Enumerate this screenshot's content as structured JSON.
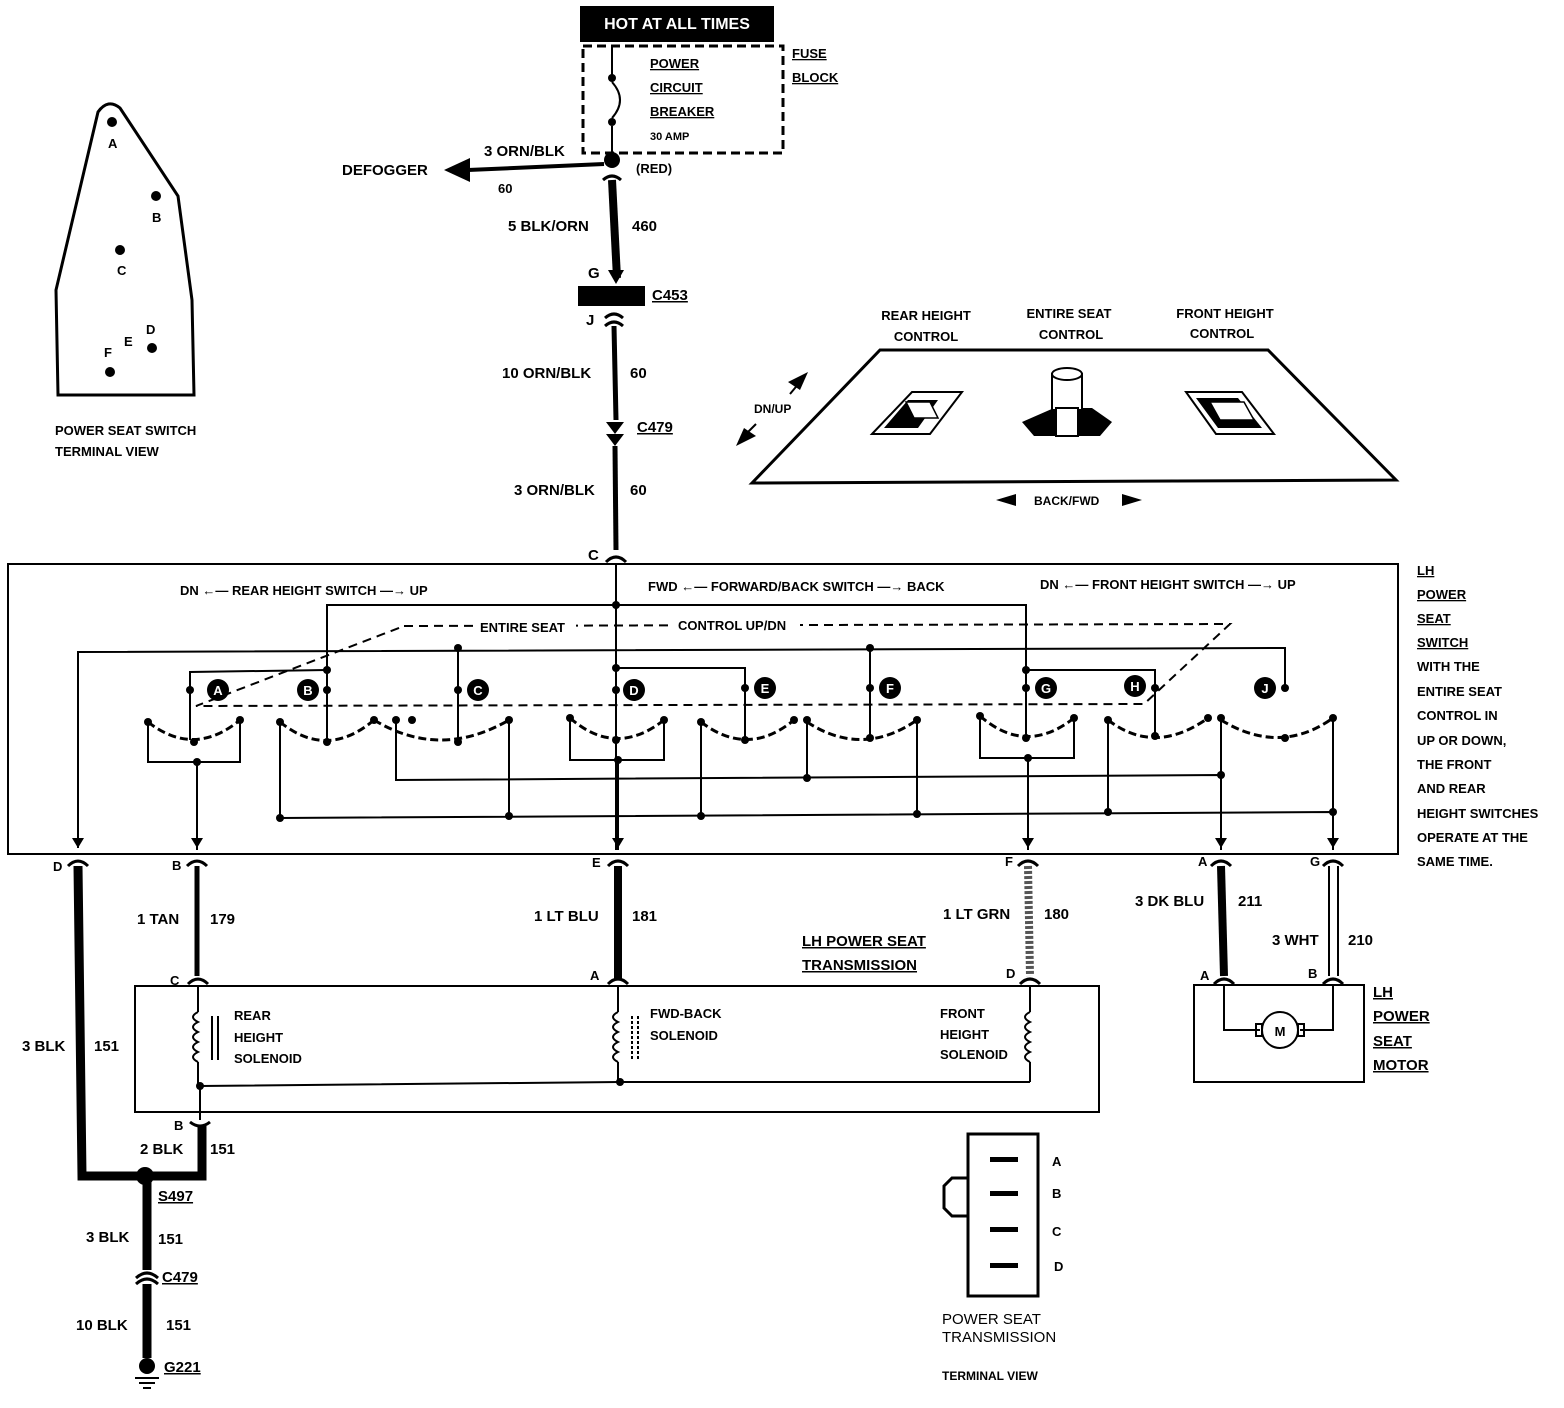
{
  "header": {
    "hot": "HOT AT ALL TIMES"
  },
  "fuse_block": {
    "title_1": "FUSE",
    "title_2": "BLOCK",
    "breaker_1": "POWER",
    "breaker_2": "CIRCUIT",
    "breaker_3": "BREAKER",
    "rating": "30 AMP"
  },
  "top_wires": {
    "defogger": "DEFOGGER",
    "defogger_wire": "3 ORN/BLK",
    "defogger_circuit": "60",
    "red": "(RED)",
    "w1_wire": "5 BLK/ORN",
    "w1_circuit": "460",
    "pin_g": "G",
    "c453": "C453",
    "pin_j": "J",
    "w2_wire": "10 ORN/BLK",
    "w2_circuit": "60",
    "c479": "C479",
    "w3_wire": "3 ORN/BLK",
    "w3_circuit": "60",
    "pin_c": "C"
  },
  "terminal_view": {
    "pins": [
      "A",
      "B",
      "C",
      "D",
      "E",
      "F"
    ],
    "caption_1": "POWER SEAT SWITCH",
    "caption_2": "TERMINAL VIEW"
  },
  "seat_panel": {
    "rear": [
      "REAR HEIGHT",
      "CONTROL"
    ],
    "entire": [
      "ENTIRE SEAT",
      "CONTROL"
    ],
    "front": [
      "FRONT HEIGHT",
      "CONTROL"
    ],
    "dnup": "DN/UP",
    "backfwd": "BACK/FWD"
  },
  "switch": {
    "rear_label": "DN ←— REAR HEIGHT SWITCH —→ UP",
    "fwd_label": "FWD ←— FORWARD/BACK SWITCH —→ BACK",
    "front_label": "DN ←— FRONT HEIGHT SWITCH —→ UP",
    "entire_1": "ENTIRE SEAT",
    "entire_2": "CONTROL UP/DN",
    "contacts": [
      "A",
      "B",
      "C",
      "D",
      "E",
      "F",
      "G",
      "H",
      "J"
    ],
    "side_title": [
      "LH",
      "POWER",
      "SEAT",
      "SWITCH"
    ],
    "side_note": [
      "WITH THE",
      "ENTIRE SEAT",
      "CONTROL IN",
      "UP OR DOWN,",
      "THE FRONT",
      "AND REAR",
      "HEIGHT SWITCHES",
      "OPERATE AT THE",
      "SAME TIME."
    ]
  },
  "outputs": {
    "pins": [
      "D",
      "B",
      "E",
      "F",
      "A",
      "G"
    ],
    "b_wire": "1 TAN",
    "b_circuit": "179",
    "e_wire": "1 LT BLU",
    "e_circuit": "181",
    "f_wire": "1 LT GRN",
    "f_circuit": "180",
    "a_wire": "3 DK BLU",
    "a_circuit": "211",
    "g_wire": "3 WHT",
    "g_circuit": "210",
    "d_wire": "3 BLK",
    "d_circuit": "151"
  },
  "transmission": {
    "title_1": "LH POWER SEAT",
    "title_2": "TRANSMISSION",
    "pin_c": "C",
    "pin_a": "A",
    "pin_d": "D",
    "pin_b": "B",
    "rear": [
      "REAR",
      "HEIGHT",
      "SOLENOID"
    ],
    "fwd": [
      "FWD-BACK",
      "SOLENOID"
    ],
    "front": [
      "FRONT",
      "HEIGHT",
      "SOLENOID"
    ]
  },
  "motor": {
    "pin_a": "A",
    "pin_b": "B",
    "symbol": "M",
    "title": [
      "LH",
      "POWER",
      "SEAT",
      "MOTOR"
    ]
  },
  "ground": {
    "wire_1": "2 BLK",
    "circuit_1": "151",
    "splice": "S497",
    "wire_2": "3 BLK",
    "circuit_2": "151",
    "c479": "C479",
    "wire_3": "10 BLK",
    "circuit_3": "151",
    "ground": "G221"
  },
  "trans_view": {
    "pins": [
      "A",
      "B",
      "C",
      "D"
    ],
    "caption_1": "POWER SEAT",
    "caption_2": "TRANSMISSION",
    "caption_3": "TERMINAL VIEW"
  }
}
